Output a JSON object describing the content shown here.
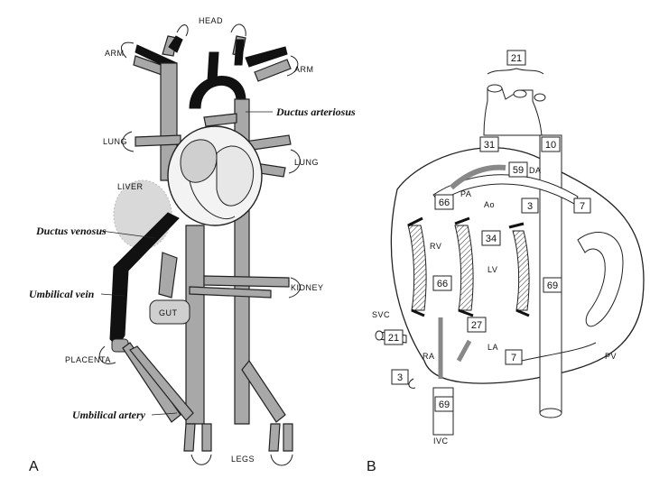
{
  "panels": {
    "a": {
      "letter": "A",
      "labels": {
        "head": "HEAD",
        "arm_left": "ARM",
        "arm_right": "ARM",
        "lung_left": "LUNG",
        "lung_right": "LUNG",
        "liver": "LIVER",
        "kidney": "KIDNEY",
        "gut": "GUT",
        "placenta": "PLACENTA",
        "legs": "LEGS",
        "ductus_arteriosus": "Ductus arteriosus",
        "ductus_venosus": "Ductus venosus",
        "umbilical_vein": "Umbilical vein",
        "umbilical_artery": "Umbilical artery"
      },
      "colors": {
        "vessel_fill": "#a8a8a8",
        "oxygenated_fill": "#111111"
      }
    },
    "b": {
      "letter": "B",
      "chambers": {
        "rv": "RV",
        "lv": "LV",
        "ra": "RA",
        "la": "LA",
        "pa": "PA",
        "ao": "Ao",
        "da": "DA",
        "svc": "SVC",
        "ivc": "IVC",
        "pv": "PV"
      },
      "values": {
        "head_neck": "21",
        "svc_upper": "31",
        "da_upper": "10",
        "da_flow": "59",
        "pa_flow": "66",
        "coronary": "3",
        "lung_flow": "7",
        "ao_flow": "34",
        "rv_flow": "66",
        "descending": "69",
        "svc_inflow": "21",
        "foramen": "27",
        "la_inflow": "7",
        "coronary_sinus": "3",
        "ivc_inflow": "69"
      }
    }
  }
}
